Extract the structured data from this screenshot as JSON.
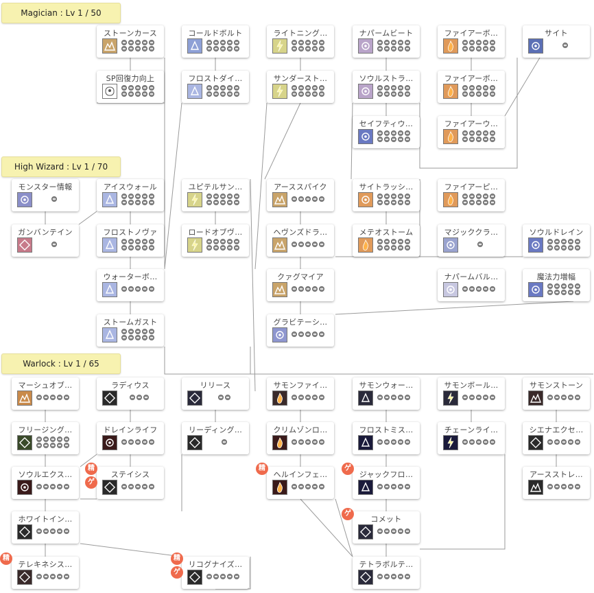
{
  "banners": [
    {
      "label": "Magician : Lv 1 / 50"
    },
    {
      "label": "High Wizard : Lv 1 / 70"
    },
    {
      "label": "Warlock : Lv 1 / 65"
    }
  ],
  "skills": [
    {
      "name": "ストーンカース",
      "icon": "stone-curse-icon",
      "color": "#c9a46a",
      "dots": 10
    },
    {
      "name": "コールドボルト",
      "icon": "cold-bolt-icon",
      "color": "#8ea0d6",
      "dots": 10
    },
    {
      "name": "ライトニング…",
      "icon": "lightning-bolt-icon",
      "color": "#d7d48a",
      "dots": 10
    },
    {
      "name": "ナパームビート",
      "icon": "napalm-beat-icon",
      "color": "#b9a4c9",
      "dots": 10
    },
    {
      "name": "ファイアーボ…",
      "icon": "fire-bolt-icon",
      "color": "#e09a5a",
      "dots": 10
    },
    {
      "name": "サイト",
      "icon": "sight-icon",
      "color": "#5b6fb5",
      "dots": 1
    },
    {
      "name": "SP回復力向上",
      "icon": "sp-recovery-icon",
      "color": "#ffffff",
      "dots": 10
    },
    {
      "name": "フロストダイ…",
      "icon": "frost-diver-icon",
      "color": "#aab6e2",
      "dots": 10
    },
    {
      "name": "サンダースト…",
      "icon": "thunderstorm-icon",
      "color": "#d7d48a",
      "dots": 10
    },
    {
      "name": "ソウルストラ…",
      "icon": "soul-strike-icon",
      "color": "#b9a4c9",
      "dots": 10
    },
    {
      "name": "ファイアーボ…",
      "icon": "fire-ball-icon",
      "color": "#e09a5a",
      "dots": 10
    },
    {
      "name": "セイフティウ…",
      "icon": "safety-wall-icon",
      "color": "#6a79c2",
      "dots": 10
    },
    {
      "name": "ファイアーウ…",
      "icon": "fire-wall-icon",
      "color": "#e09a5a",
      "dots": 10
    },
    {
      "name": "モンスター情報",
      "icon": "monster-info-icon",
      "color": "#8b8fc9",
      "dots": 1
    },
    {
      "name": "アイスウォール",
      "icon": "ice-wall-icon",
      "color": "#aab6e2",
      "dots": 10
    },
    {
      "name": "ユピテルサン…",
      "icon": "jupitel-thunder-icon",
      "color": "#d7d48a",
      "dots": 10
    },
    {
      "name": "アーススパイク",
      "icon": "earth-spike-icon",
      "color": "#c9a46a",
      "dots": 5
    },
    {
      "name": "サイトラッシ…",
      "icon": "sightrasher-icon",
      "color": "#e09a5a",
      "dots": 10
    },
    {
      "name": "ファイアーピ…",
      "icon": "fire-pillar-icon",
      "color": "#e09a5a",
      "dots": 10
    },
    {
      "name": "ガンバンテイン",
      "icon": "ganbantein-icon",
      "color": "#c77a8a",
      "dots": 1
    },
    {
      "name": "フロストノヴァ",
      "icon": "frost-nova-icon",
      "color": "#aab6e2",
      "dots": 10
    },
    {
      "name": "ロードオブヴ…",
      "icon": "lord-of-vermilion-icon",
      "color": "#d7d48a",
      "dots": 10
    },
    {
      "name": "ヘヴンズドラ…",
      "icon": "heavens-drive-icon",
      "color": "#c9a46a",
      "dots": 5
    },
    {
      "name": "メテオストーム",
      "icon": "meteor-storm-icon",
      "color": "#e09a5a",
      "dots": 10
    },
    {
      "name": "マジッククラ…",
      "icon": "magic-crasher-icon",
      "color": "#9aa3cf",
      "dots": 1
    },
    {
      "name": "ソウルドレイン",
      "icon": "soul-drain-icon",
      "color": "#6a79c2",
      "dots": 10
    },
    {
      "name": "ウォーターボ…",
      "icon": "water-ball-icon",
      "color": "#aab6e2",
      "dots": 5
    },
    {
      "name": "クァグマイア",
      "icon": "quagmire-icon",
      "color": "#c9a46a",
      "dots": 5
    },
    {
      "name": "ナパームバル…",
      "icon": "napalm-vulcan-icon",
      "color": "#c7c7e0",
      "dots": 5
    },
    {
      "name": "魔法力増幅",
      "icon": "mystical-amplification-icon",
      "color": "#6a79c2",
      "dots": 10
    },
    {
      "name": "ストームガスト",
      "icon": "storm-gust-icon",
      "color": "#aab6e2",
      "dots": 10
    },
    {
      "name": "グラビテーシ…",
      "icon": "gravitation-field-icon",
      "color": "#8e96cf",
      "dots": 5
    },
    {
      "name": "マーシュオブ…",
      "icon": "marsh-of-abyss-icon",
      "color": "#c98a4a",
      "dots": 5
    },
    {
      "name": "ラディウス",
      "icon": "radius-icon",
      "color": "#2a2a2a",
      "dots": 3
    },
    {
      "name": "リリース",
      "icon": "release-icon",
      "color": "#2a2a3a",
      "dots": 2
    },
    {
      "name": "サモンファイ…",
      "icon": "summon-fire-ball-icon",
      "color": "#3a2a2a",
      "dots": 5
    },
    {
      "name": "サモンウォー…",
      "icon": "summon-water-ball-icon",
      "color": "#2a2a3a",
      "dots": 5
    },
    {
      "name": "サモンボール…",
      "icon": "summon-ball-lightning-icon",
      "color": "#2a2a3a",
      "dots": 5
    },
    {
      "name": "サモンストーン",
      "icon": "summon-stone-icon",
      "color": "#3a2a2a",
      "dots": 5
    },
    {
      "name": "フリージング…",
      "icon": "freezing-spell-icon",
      "color": "#3a4a2a",
      "dots": 10
    },
    {
      "name": "ドレインライフ",
      "icon": "drain-life-icon",
      "color": "#3a1a1a",
      "dots": 5
    },
    {
      "name": "リーディング…",
      "icon": "reading-spellbook-icon",
      "color": "#2a2a2a",
      "dots": 1
    },
    {
      "name": "クリムゾンロ…",
      "icon": "crimson-rock-icon",
      "color": "#3a1a1a",
      "dots": 5
    },
    {
      "name": "フロストミス…",
      "icon": "frost-misty-icon",
      "color": "#1a1a3a",
      "dots": 5
    },
    {
      "name": "チェーンライ…",
      "icon": "chain-lightning-icon",
      "color": "#1a1a3a",
      "dots": 5
    },
    {
      "name": "シエナエクセ…",
      "icon": "siena-execrate-icon",
      "color": "#2a2a2a",
      "dots": 5
    },
    {
      "name": "ソウルエクス…",
      "icon": "soul-expansion-icon",
      "color": "#3a1a1a",
      "dots": 5
    },
    {
      "name": "ステイシス",
      "icon": "stasis-icon",
      "color": "#2a2a2a",
      "dots": 5
    },
    {
      "name": "ヘルインフェ…",
      "icon": "hell-inferno-icon",
      "color": "#3a1a1a",
      "dots": 5
    },
    {
      "name": "ジャックフロ…",
      "icon": "jack-frost-icon",
      "color": "#1a1a3a",
      "dots": 5
    },
    {
      "name": "アースストレ…",
      "icon": "earth-strain-icon",
      "color": "#2a2a2a",
      "dots": 5
    },
    {
      "name": "ホワイトイン…",
      "icon": "white-imprison-icon",
      "color": "#2a2a2a",
      "dots": 5
    },
    {
      "name": "コメット",
      "icon": "comet-icon",
      "color": "#2a2a3a",
      "dots": 5
    },
    {
      "name": "テレキネシス…",
      "icon": "telekinesis-intense-icon",
      "color": "#3a2a2a",
      "dots": 5
    },
    {
      "name": "リコグナイズ…",
      "icon": "recognized-spell-icon",
      "color": "#2a2a2a",
      "dots": 5
    },
    {
      "name": "テトラボルテ…",
      "icon": "tetra-vortex-icon",
      "color": "#2a2a3a",
      "dots": 5
    }
  ],
  "badges": [
    {
      "label": "精"
    },
    {
      "label": "ゲ"
    },
    {
      "label": "精"
    },
    {
      "label": "ゲ"
    },
    {
      "label": "ゲ"
    },
    {
      "label": "精"
    },
    {
      "label": "精"
    },
    {
      "label": "ゲ"
    }
  ],
  "colors": {
    "banner": "#f7f2b0",
    "badge": "#ef6a4c",
    "line": "#9a9a9a"
  }
}
